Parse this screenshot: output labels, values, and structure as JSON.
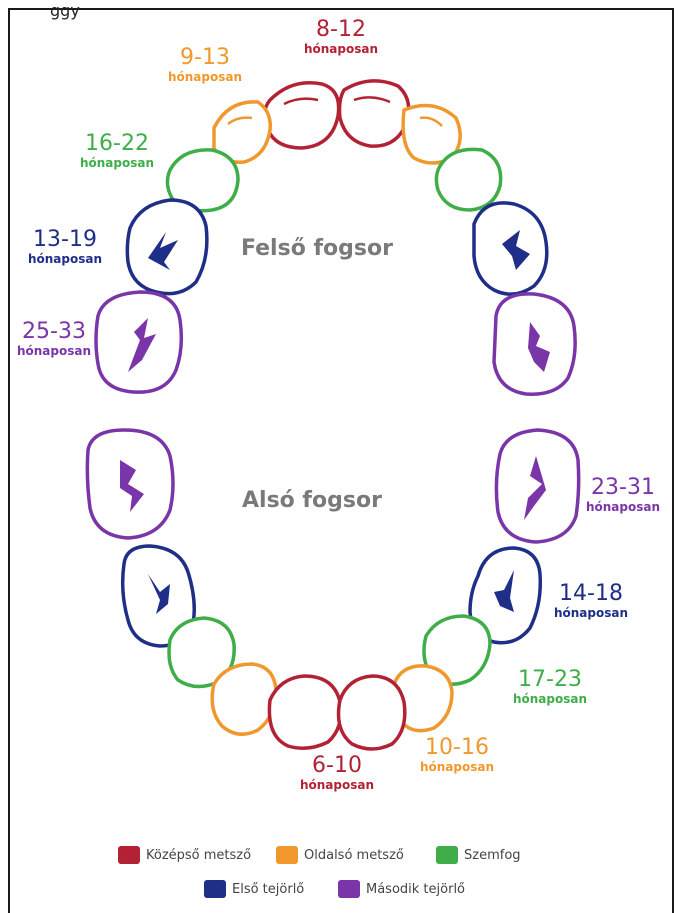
{
  "colors": {
    "kozepso": "#b22234",
    "oldalso": "#f0982e",
    "szemfog": "#3fae49",
    "elso_tejorlo": "#1f2e86",
    "masodik_tejorlo": "#7a35a8"
  },
  "top_fragment": "ggy",
  "upper_title": "Felső fogsor",
  "lower_title": "Alsó fogsor",
  "unit_text": "hónaposan",
  "labels": {
    "upper_central": "8-12",
    "upper_lateral": "9-13",
    "upper_canine": "16-22",
    "upper_first_molar": "13-19",
    "upper_second_molar": "25-33",
    "lower_second_molar": "23-31",
    "lower_first_molar": "14-18",
    "lower_canine": "17-23",
    "lower_lateral": "10-16",
    "lower_central": "6-10"
  },
  "legend": [
    {
      "label": "Középső metsző",
      "color": "#b22234"
    },
    {
      "label": "Oldalsó metsző",
      "color": "#f0982e"
    },
    {
      "label": "Szemfog",
      "color": "#3fae49"
    },
    {
      "label": "Első tejörlő",
      "color": "#1f2e86"
    },
    {
      "label": "Második tejörlő",
      "color": "#7a35a8"
    }
  ]
}
